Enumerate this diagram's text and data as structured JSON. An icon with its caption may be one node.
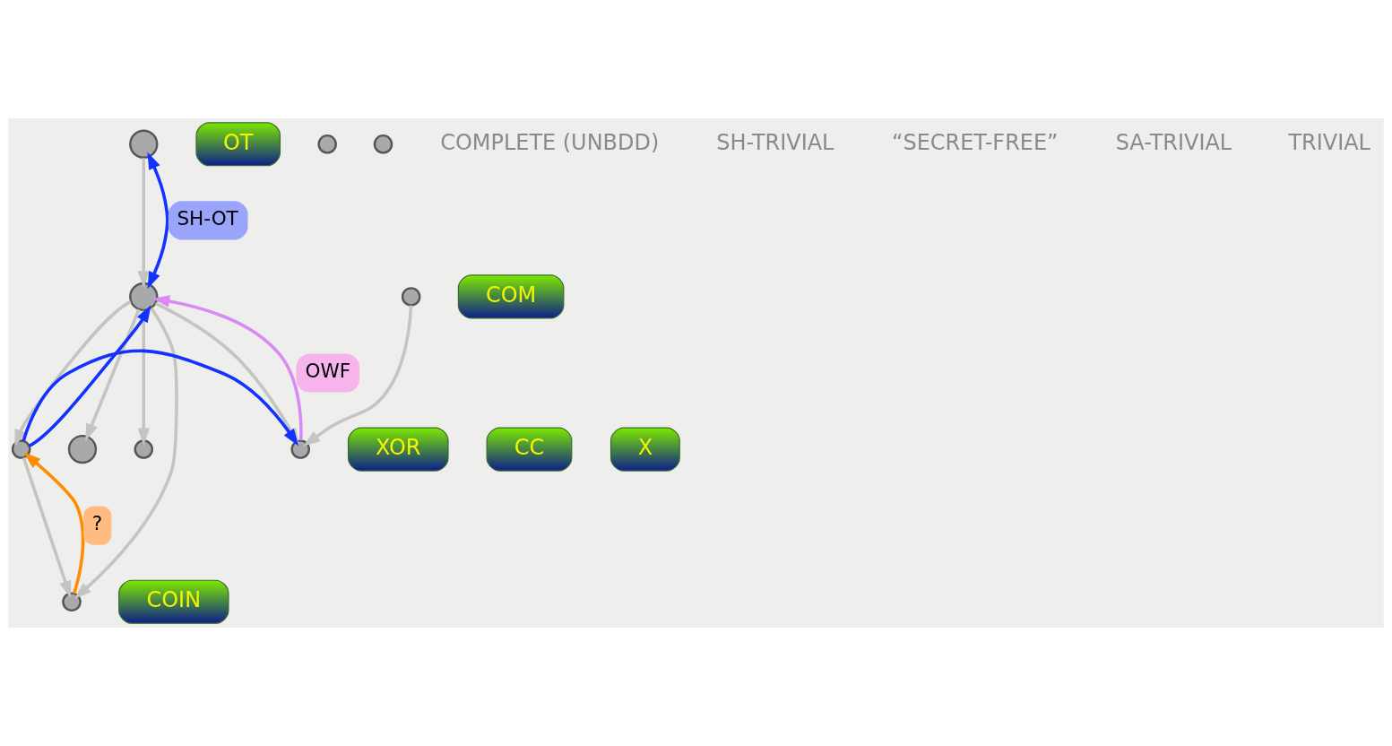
{
  "diagram": {
    "nodes": [
      {
        "text": [],
        "shape": "circle"
      },
      {
        "text": [
          "OT"
        ]
      },
      {
        "text": [],
        "shape": "circle"
      },
      {
        "text": [
          "COM"
        ]
      },
      {
        "text": [],
        "shape": "circle"
      },
      {
        "text": [],
        "shape": "circle"
      },
      {
        "text": [],
        "shape": "circle"
      },
      {
        "text": [],
        "shape": "circle"
      },
      {
        "text": [
          "XOR"
        ]
      },
      {
        "text": [],
        "shape": "circle"
      },
      {
        "text": [
          "COIN"
        ]
      },
      {
        "text": [],
        "shape": "circle"
      },
      {
        "text": [],
        "shape": "circle"
      },
      {
        "text": [
          "CC"
        ]
      },
      {
        "text": [],
        "shape": "circle"
      },
      {
        "text": [
          "X"
        ]
      }
    ],
    "edges": [
      {
        "from": 0,
        "to": 2,
        "arrow": "to"
      },
      {
        "from": 2,
        "to": 0,
        "arrow": "both",
        "label": "SH-OT",
        "color": "#1432ff"
      },
      {
        "from": 2,
        "to": 9,
        "arrow": "to"
      },
      {
        "from": 2,
        "to": 11,
        "arrow": "to"
      },
      {
        "from": 2,
        "to": 4,
        "arrow": "to"
      },
      {
        "from": 2,
        "to": 12,
        "arrow": "to"
      },
      {
        "from": 2,
        "to": 14,
        "arrow": "to"
      },
      {
        "from": 9,
        "to": 11,
        "arrow": "to"
      },
      {
        "from": 7,
        "to": 12,
        "arrow": "to"
      },
      {
        "from": 9,
        "to": 2,
        "arrow": "to",
        "color": "#1432ff"
      },
      {
        "from": 9,
        "to": 12,
        "arrow": "to",
        "color": "#1432ff"
      },
      {
        "from": 12,
        "to": 2,
        "arrow": "to",
        "label": "OWF",
        "color": "#d98af5"
      },
      {
        "from": 11,
        "to": 9,
        "arrow": "to",
        "label": "?",
        "color": "#ff8c00"
      }
    ],
    "labels": [
      "COMPLETE (UNBDD)",
      "SH-TRIVIAL",
      "“SECRET-FREE”",
      "SA-TRIVIAL",
      "TRIVIAL"
    ]
  }
}
